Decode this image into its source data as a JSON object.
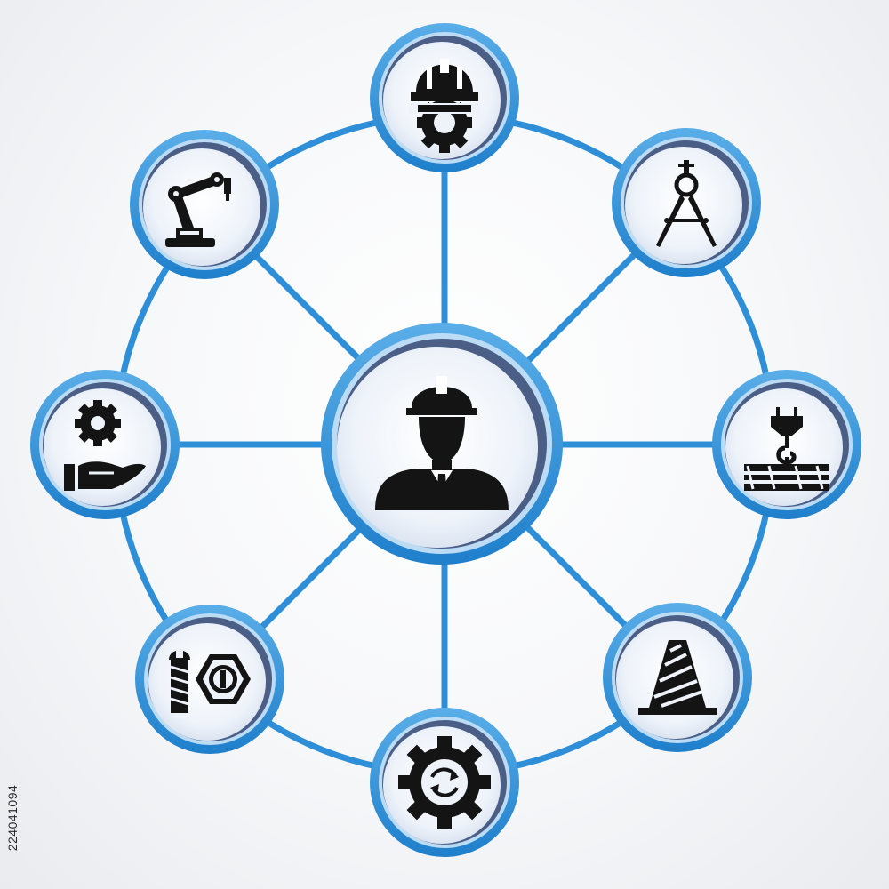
{
  "diagram": {
    "hub": {
      "icon": "engineer-icon"
    },
    "nodes": [
      {
        "id": "top",
        "icon": "helmet-gear-icon"
      },
      {
        "id": "top-right",
        "icon": "compass-icon"
      },
      {
        "id": "right",
        "icon": "crane-hook-icon"
      },
      {
        "id": "bottom-right",
        "icon": "traffic-cone-icon"
      },
      {
        "id": "bottom",
        "icon": "gear-refresh-icon"
      },
      {
        "id": "bottom-left",
        "icon": "bolt-nut-icon"
      },
      {
        "id": "left",
        "icon": "hand-gear-icon"
      },
      {
        "id": "top-left",
        "icon": "robot-arm-icon"
      }
    ],
    "colors": {
      "ring_blue": "#2e8fd8",
      "ring_light": "#9fd0f2",
      "ring_shadow": "#4b5f86",
      "node_face": "#eef3fa",
      "icon": "#141414",
      "connector": "#2e8fd8"
    }
  },
  "stock_id": "224041094"
}
